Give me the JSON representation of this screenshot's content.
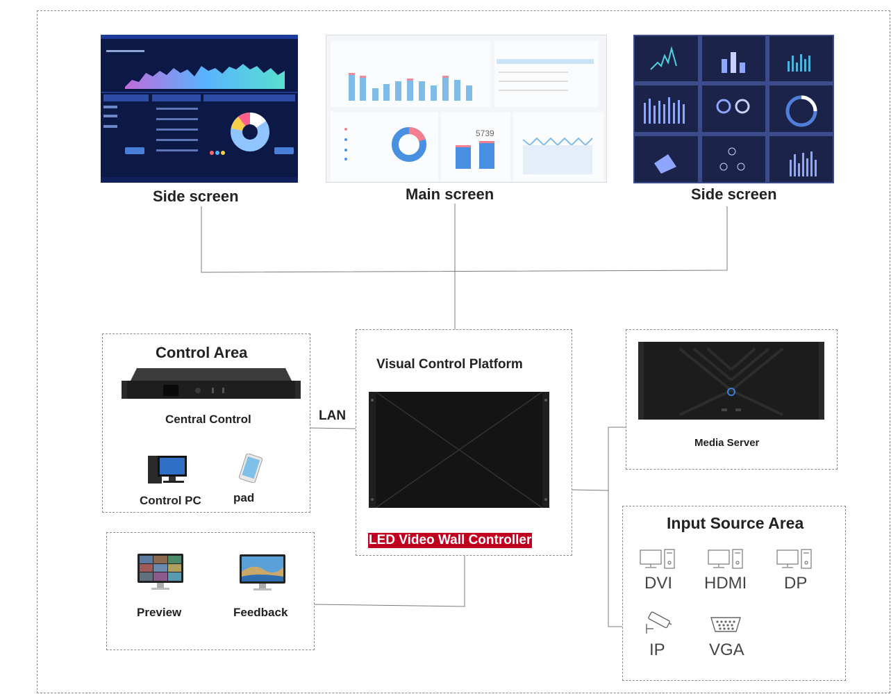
{
  "screens": {
    "left_label": "Side screen",
    "main_label": "Main screen",
    "right_label": "Side screen",
    "main_value": "5739"
  },
  "control_area": {
    "title": "Control Area",
    "central_control": "Central Control",
    "control_pc": "Control PC",
    "pad": "pad"
  },
  "lan_label": "LAN",
  "platform": {
    "title": "Visual Control Platform",
    "controller_label": "LED Video Wall Controller"
  },
  "media_server": {
    "label": "Media Server"
  },
  "preview_area": {
    "preview": "Preview",
    "feedback": "Feedback"
  },
  "input_area": {
    "title": "Input Source Area",
    "sources": [
      "DVI",
      "HDMI",
      "DP",
      "IP",
      "VGA"
    ]
  },
  "colors": {
    "controller_badge_bg": "#c0001f",
    "dark_screen": "#0d1a4a",
    "tile_screen": "#1b2448",
    "line": "#7a7a7a"
  },
  "icons": {
    "pc": "desktop-computer-icon",
    "camera": "ip-camera-icon",
    "vga": "vga-port-icon"
  }
}
